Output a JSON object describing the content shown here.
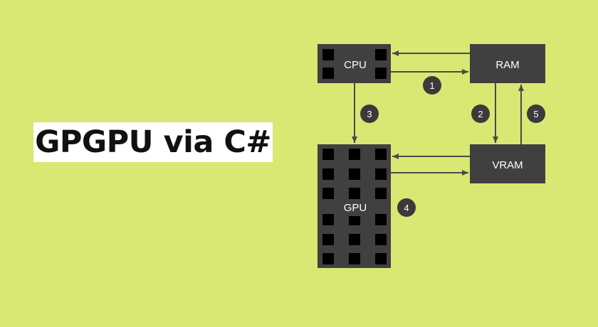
{
  "title": "GPGPU via C#",
  "nodes": {
    "cpu": "CPU",
    "ram": "RAM",
    "vram": "VRAM",
    "gpu": "GPU"
  },
  "steps": [
    "1",
    "2",
    "3",
    "4",
    "5"
  ],
  "colors": {
    "background": "#d9e872",
    "box": "#404040",
    "core": "#000000",
    "arrow": "#4a4a4a",
    "badge": "#3a3a3a"
  }
}
